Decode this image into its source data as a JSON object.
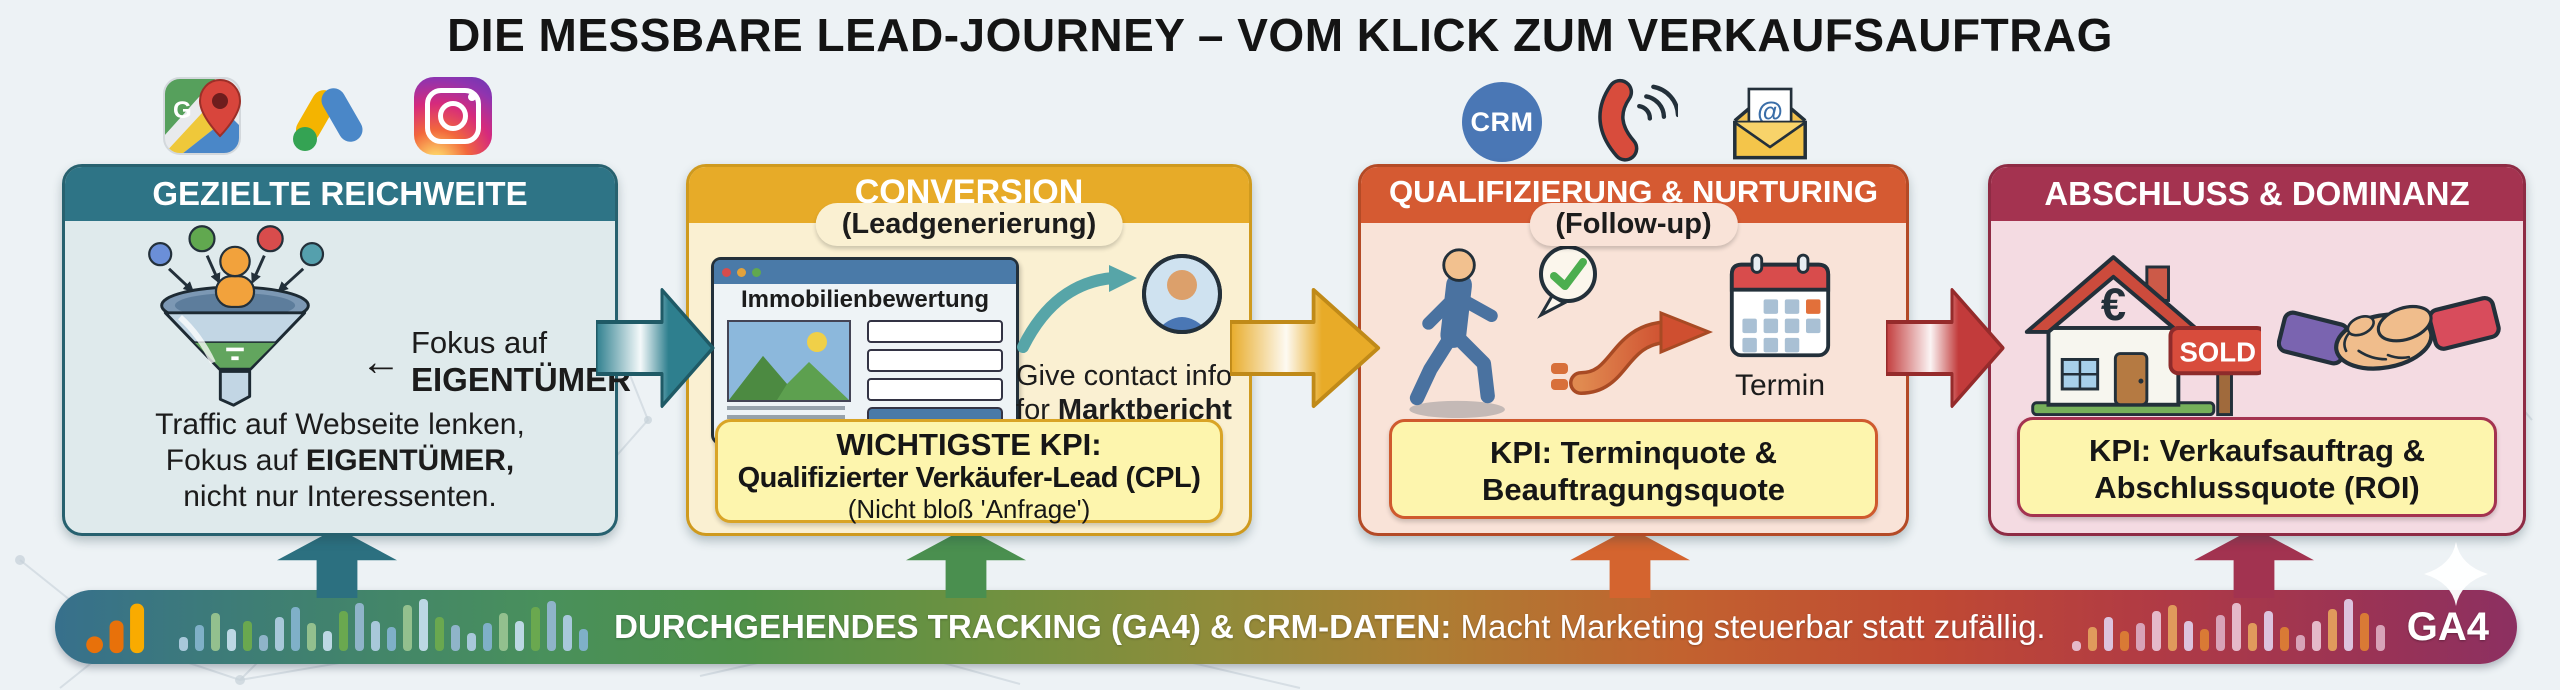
{
  "title": "DIE MESSBARE LEAD-JOURNEY – VOM KLICK ZUM VERKAUFSAUFTRAG",
  "channel_icons": {
    "maps_letter": "G"
  },
  "contact_icons": {
    "crm_label": "CRM",
    "email_at": "@"
  },
  "stages": [
    {
      "header": "GEZIELTE REICHWEITE",
      "callout_arrow": "←",
      "callout_line1": "Fokus auf",
      "callout_line2": "EIGENTÜMER",
      "desc_line1": "Traffic auf Webseite lenken,",
      "desc_line2_pre": "Fokus auf ",
      "desc_line2_bold": "EIGENTÜMER,",
      "desc_line3": "nicht nur Interessenten."
    },
    {
      "header": "CONVERSION",
      "subheader": "(Leadgenerierung)",
      "browser_title": "Immobilienbewertung",
      "note_line1": "Give contact info",
      "note_line2_pre": "for ",
      "note_line2_bold": "Marktbericht",
      "kpi_line1": "WICHTIGSTE KPI:",
      "kpi_line2": "Qualifizierter Verkäufer-Lead (CPL)",
      "kpi_line3": "(Nicht bloß 'Anfrage')"
    },
    {
      "header": "QUALIFIZIERUNG & NURTURING",
      "subheader": "(Follow-up)",
      "calendar_label": "Termin",
      "kpi_line1": "KPI: Terminquote &",
      "kpi_line2": "Beauftragungsquote"
    },
    {
      "header": "ABSCHLUSS & DOMINANZ",
      "euro_symbol": "€",
      "sold_label": "SOLD",
      "kpi_line1": "KPI: Verkaufsauftrag &",
      "kpi_line2": "Abschlussquote (ROI)"
    }
  ],
  "tracking_bar": {
    "text_bold": "DURCHGEHENDES TRACKING (GA4) & CRM-DATEN:",
    "text_regular": " Macht Marketing steuerbar statt zufällig.",
    "ga4_label": "GA4",
    "left_wave": [
      14,
      26,
      38,
      22,
      30,
      16,
      34,
      44,
      28,
      20,
      40,
      48,
      30,
      24,
      46,
      52,
      34,
      26,
      18,
      28,
      38,
      30,
      44,
      50,
      36,
      22
    ],
    "right_wave": [
      10,
      24,
      34,
      20,
      28,
      40,
      46,
      30,
      22,
      36,
      48,
      28,
      40,
      24,
      16,
      30,
      42,
      52,
      38,
      26
    ]
  },
  "colors": {
    "stage1_header": "#2e7486",
    "stage1_body": "#dfeaec",
    "stage2_header": "#e7ab28",
    "stage2_body": "#faf0d2",
    "stage3_header": "#d55a32",
    "stage3_body": "#f9e3d8",
    "stage4_header": "#a43350",
    "stage4_body": "#f4dbe2",
    "kpi_background": "#fdf5ad",
    "arrow_teal": "#2e7f8e",
    "arrow_gold": "#e8ab28",
    "arrow_red": "#c23b3b"
  }
}
